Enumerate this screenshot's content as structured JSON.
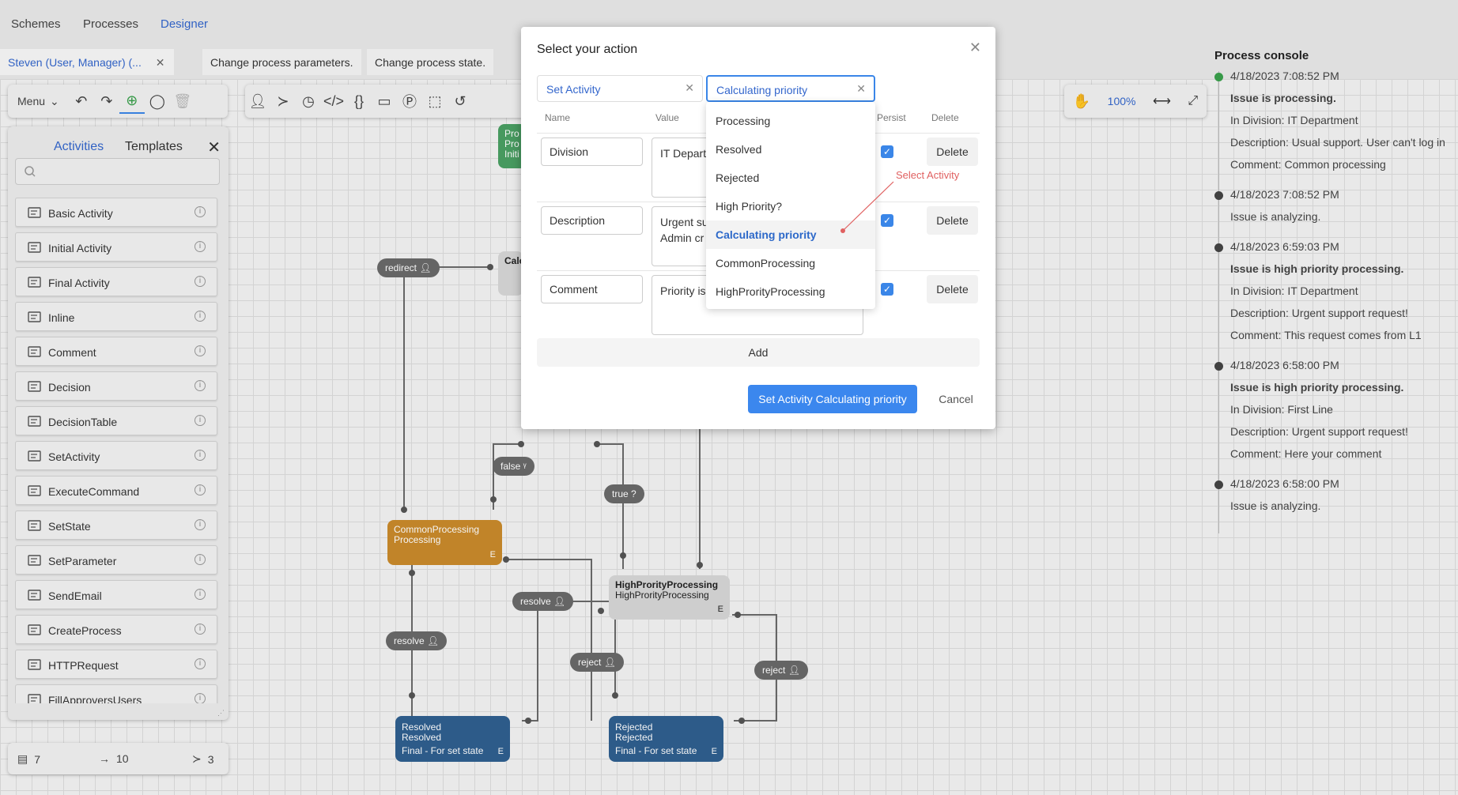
{
  "nav": {
    "items": [
      "Schemes",
      "Processes",
      "Designer"
    ]
  },
  "tabs": {
    "user": "Steven (User, Manager) (...",
    "change_params": "Change process parameters.",
    "change_state": "Change process state."
  },
  "toolbar": {
    "menu_label": "Menu"
  },
  "map_controls": {
    "zoom": "100%"
  },
  "left_panel": {
    "tab_activities": "Activities",
    "tab_templates": "Templates",
    "search_placeholder": "",
    "items": [
      "Basic Activity",
      "Initial Activity",
      "Final Activity",
      "Inline",
      "Comment",
      "Decision",
      "DecisionTable",
      "SetActivity",
      "ExecuteCommand",
      "SetState",
      "SetParameter",
      "SendEmail",
      "CreateProcess",
      "HTTPRequest",
      "FillApproversUsers"
    ]
  },
  "stats": {
    "activities": "7",
    "transitions": "10",
    "commands": "3"
  },
  "diagram": {
    "nodes": {
      "common_title": "CommonProcessing",
      "common_sub": "Processing",
      "high_title": "HighProrityProcessing",
      "high_sub": "HighProrityProcessing",
      "resolved_title": "Resolved",
      "resolved_sub": "Resolved",
      "resolved_note": "Final - For set state",
      "rejected_title": "Rejected",
      "rejected_sub": "Rejected",
      "rejected_note": "Final - For set state",
      "e_marker": "E",
      "calc_partial": "Calc",
      "top_partial_1": "Pro",
      "top_partial_2": "Pro",
      "top_partial_3": "Initi"
    },
    "pills": {
      "redirect": "redirect",
      "false_label": "false",
      "true_label": "true",
      "resolve_1": "resolve",
      "resolve_2": "resolve",
      "reject_1": "reject",
      "reject_2": "reject"
    }
  },
  "console": {
    "title": "Process console",
    "entries": [
      {
        "time": "4/18/2023 7:08:52 PM",
        "lines": [
          "Issue is processing.",
          "In Division: IT Department",
          "Description: Usual support. User can't log in",
          "Comment: Common processing"
        ]
      },
      {
        "time": "4/18/2023 7:08:52 PM",
        "lines": [
          "Issue is analyzing."
        ]
      },
      {
        "time": "4/18/2023 6:59:03 PM",
        "lines": [
          "Issue is high priority processing.",
          "In Division: IT Department",
          "Description: Urgent support request!",
          "Comment: This request comes from L1"
        ]
      },
      {
        "time": "4/18/2023 6:58:00 PM",
        "lines": [
          "Issue is high priority processing.",
          "In Division: First Line",
          "Description: Urgent support request!",
          "Comment: Here your comment"
        ]
      },
      {
        "time": "4/18/2023 6:58:00 PM",
        "lines": [
          "Issue is analyzing."
        ]
      }
    ]
  },
  "modal": {
    "title": "Select your action",
    "action_select": "Set Activity",
    "activity_select": "Calculating priority",
    "headers": {
      "name": "Name",
      "value": "Value",
      "persist": "Persist",
      "delete": "Delete"
    },
    "rows": [
      {
        "name": "Division",
        "value_line1": "IT Depart",
        "value_line2": ""
      },
      {
        "name": "Description",
        "value_line1": "Urgent su",
        "value_line2": "Admin cr"
      },
      {
        "name": "Comment",
        "value_line1": "Priority is",
        "value_line2": ""
      }
    ],
    "delete_label": "Delete",
    "add_label": "Add",
    "primary_label": "Set Activity Calculating priority",
    "cancel_label": "Cancel"
  },
  "dropdown": {
    "options": [
      "Processing",
      "Resolved",
      "Rejected",
      "High Priority?",
      "Calculating priority",
      "CommonProcessing",
      "HighProrityProcessing"
    ],
    "selected_index": 4,
    "annotation": "Select Activity"
  },
  "colors": {
    "accent": "#3b87ee",
    "link": "#3366cc",
    "orange_node": "#c98a2b",
    "blue_node": "#2f5f8f",
    "annotation": "#e06060"
  }
}
